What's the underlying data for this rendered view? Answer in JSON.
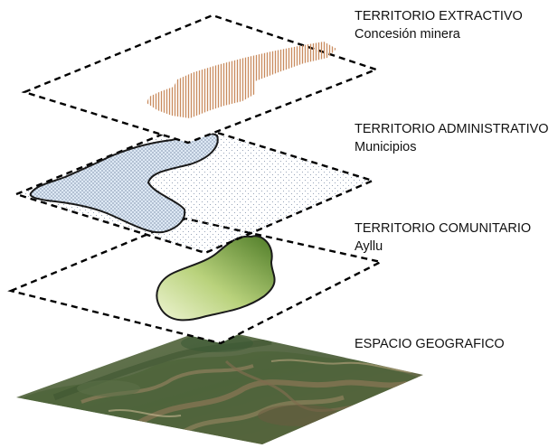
{
  "layers": [
    {
      "id": "extractivo",
      "title": "TERRITORIO EXTRACTIVO",
      "subtitle": "Concesión minera"
    },
    {
      "id": "administrativo",
      "title": "TERRITORIO ADMINISTRATIVO",
      "subtitle": "Municipios"
    },
    {
      "id": "comunitario",
      "title": "TERRITORIO COMUNITARIO",
      "subtitle": "Ayllu"
    },
    {
      "id": "geografico",
      "title": "ESPACIO GEOGRAFICO",
      "subtitle": ""
    }
  ],
  "colors": {
    "plane_border": "#000000",
    "concession_hatch": "#c98b5e",
    "municipio_fill": "#d8e6f3",
    "municipio_dots": "#5a6f8c",
    "ayllu_light": "#dbe8b0",
    "ayllu_dark": "#5a8a2e",
    "terrain_green": "#4f6b3c",
    "terrain_brown": "#8a6f4e"
  }
}
